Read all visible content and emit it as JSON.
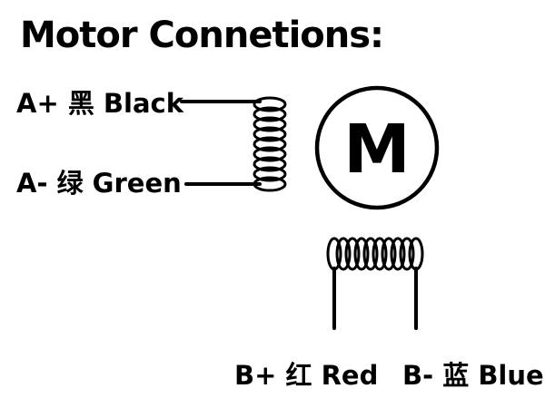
{
  "title": "Motor Connetions:",
  "diagram": {
    "terminal_a_plus": "A+ 黑 Black",
    "terminal_a_minus": "A- 绿 Green",
    "terminal_b_plus": "B+ 红 Red",
    "terminal_b_minus": "B- 蓝 Blue",
    "motor_symbol": "M"
  },
  "colors": {
    "ink": "#000000",
    "background": "#ffffff"
  }
}
